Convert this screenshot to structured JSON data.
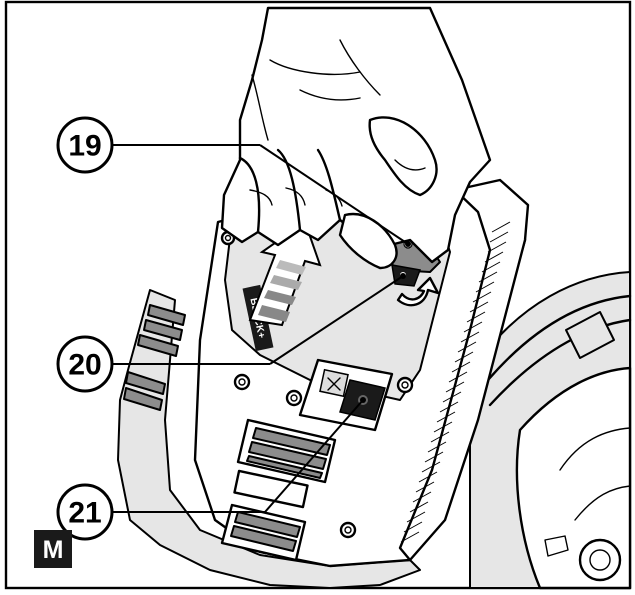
{
  "figure": {
    "panel_letter": "M",
    "brand_text": "BLACK+",
    "callouts": [
      {
        "number": "19",
        "target": "trigger lock-off lever"
      },
      {
        "number": "20",
        "target": "trigger switch"
      },
      {
        "number": "21",
        "target": "on/off switch"
      }
    ]
  }
}
